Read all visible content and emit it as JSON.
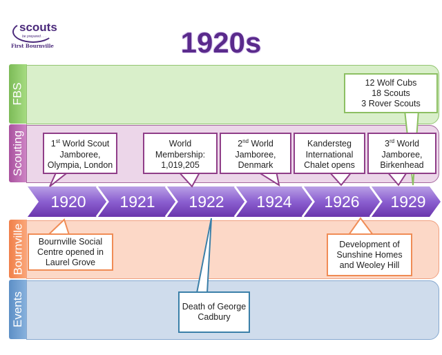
{
  "logo": {
    "word": "scouts",
    "tagline": "be prepared . . .",
    "group": "First Bournville"
  },
  "title": "1920s",
  "lanes": {
    "fbs": "FBS",
    "scouting": "Scouting",
    "bournville": "Bournville",
    "events": "Events"
  },
  "years": [
    "1920",
    "1921",
    "1922",
    "1924",
    "1926",
    "1929"
  ],
  "fbs_callout": {
    "l1": "12 Wolf Cubs",
    "l2": "18 Scouts",
    "l3": "3 Rover Scouts"
  },
  "scouting": [
    {
      "a": "1",
      "sup": "st",
      "b": " World Scout",
      "c": "Jamboree,",
      "d": "Olympia, London"
    },
    {
      "a": "",
      "sup": "",
      "b": "World",
      "c": "Membership:",
      "d": "1,019,205"
    },
    {
      "a": "2",
      "sup": "nd",
      "b": " World",
      "c": "Jamboree,",
      "d": "Denmark"
    },
    {
      "a": "",
      "sup": "",
      "b": "Kandersteg",
      "c": "International",
      "d": "Chalet opens"
    },
    {
      "a": "3",
      "sup": "rd",
      "b": " World",
      "c": "Jamboree,",
      "d": "Birkenhead"
    }
  ],
  "bournville": [
    {
      "l1": "Bournville Social",
      "l2": "Centre opened in",
      "l3": "Laurel Grove"
    },
    {
      "l1": "Development of",
      "l2": "Sunshine Homes",
      "l3": "and Weoley Hill"
    }
  ],
  "events": {
    "l1": "Death of George",
    "l2": "Cadbury"
  },
  "colors": {
    "purple": "#5a2a8c",
    "green": "#8cc56a",
    "pink": "#b55fae",
    "orange": "#f79560",
    "blue": "#6f9fd2"
  }
}
